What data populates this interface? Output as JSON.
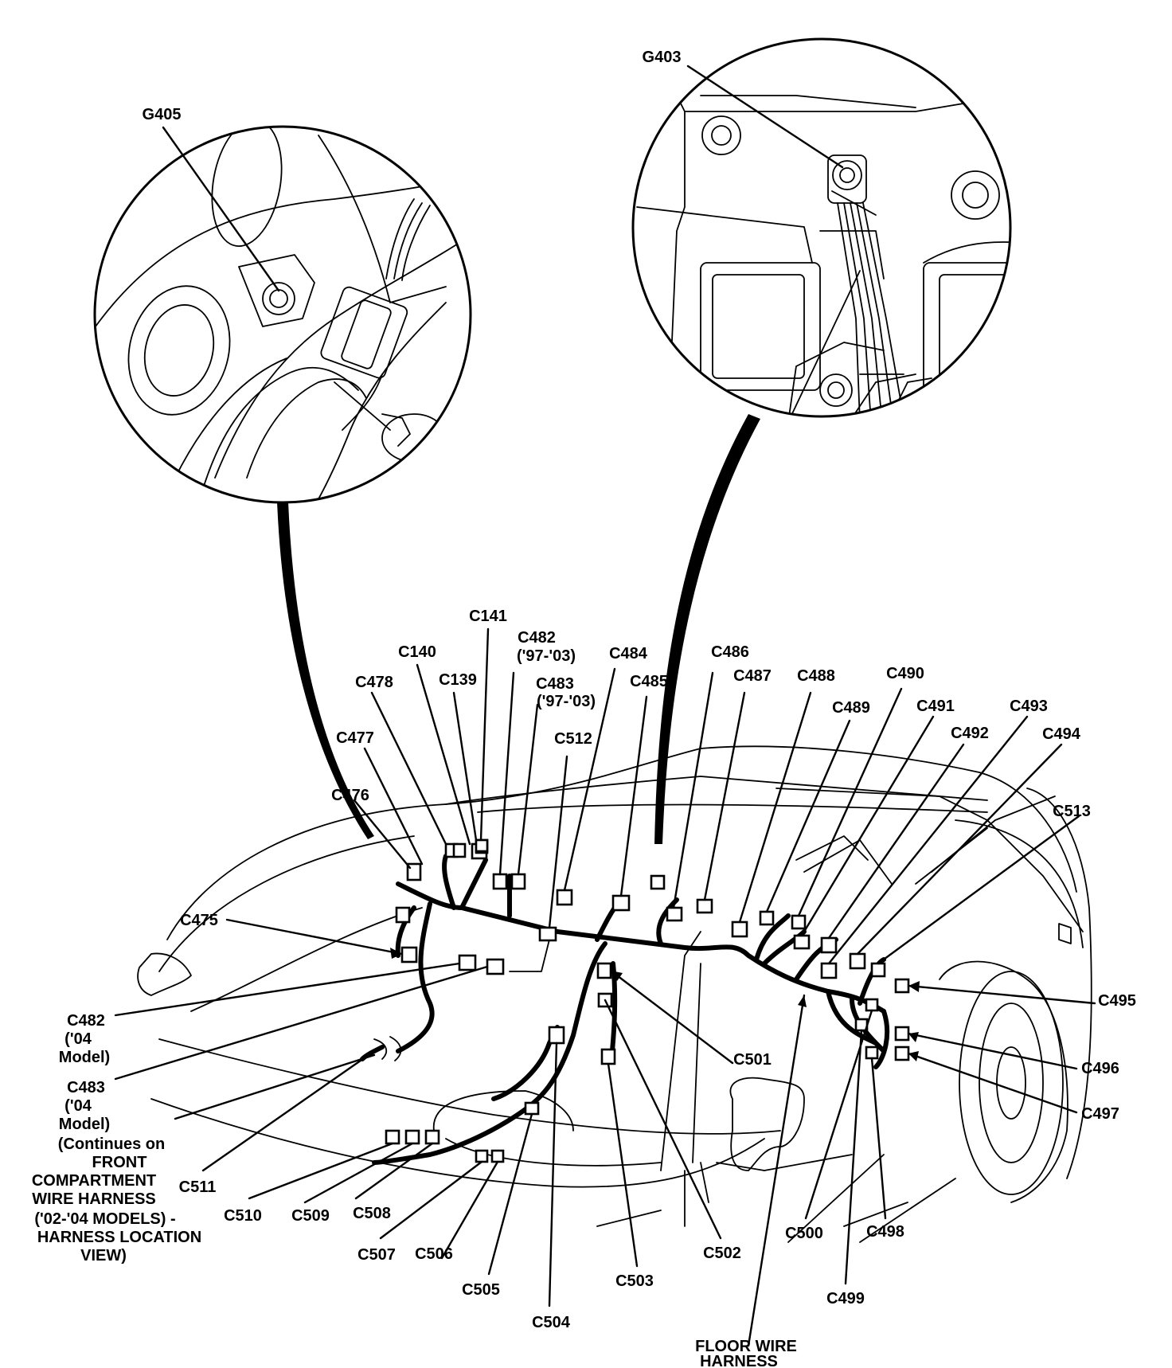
{
  "insets": {
    "left_ground": "G405",
    "right_ground": "G403"
  },
  "labels": {
    "C141": "C141",
    "C140": "C140",
    "C139": "C139",
    "C478": "C478",
    "C477": "C477",
    "C476": "C476",
    "C475": "C475",
    "C482_97": [
      "C482",
      "('97-'03)"
    ],
    "C483_97": [
      "C483",
      "('97-'03)"
    ],
    "C512": "C512",
    "C484": "C484",
    "C485": "C485",
    "C486": "C486",
    "C487": "C487",
    "C488": "C488",
    "C489": "C489",
    "C490": "C490",
    "C491": "C491",
    "C492": "C492",
    "C493": "C493",
    "C494": "C494",
    "C513": "C513",
    "C495": "C495",
    "C496": "C496",
    "C497": "C497",
    "C498": "C498",
    "C499": "C499",
    "C500": "C500",
    "C501": "C501",
    "C502": "C502",
    "C503": "C503",
    "C504": "C504",
    "C505": "C505",
    "C506": "C506",
    "C507": "C507",
    "C508": "C508",
    "C509": "C509",
    "C510": "C510",
    "C511": "C511",
    "C482_04": [
      "C482",
      "('04",
      "Model)"
    ],
    "C483_04": [
      "C483",
      "('04",
      "Model)"
    ],
    "continues_note": [
      "(Continues on",
      "FRONT",
      "COMPARTMENT",
      "WIRE HARNESS",
      "('02-'04 MODELS) -",
      "HARNESS LOCATION",
      "VIEW)"
    ],
    "floor_harness": [
      "FLOOR WIRE",
      "HARNESS"
    ]
  }
}
